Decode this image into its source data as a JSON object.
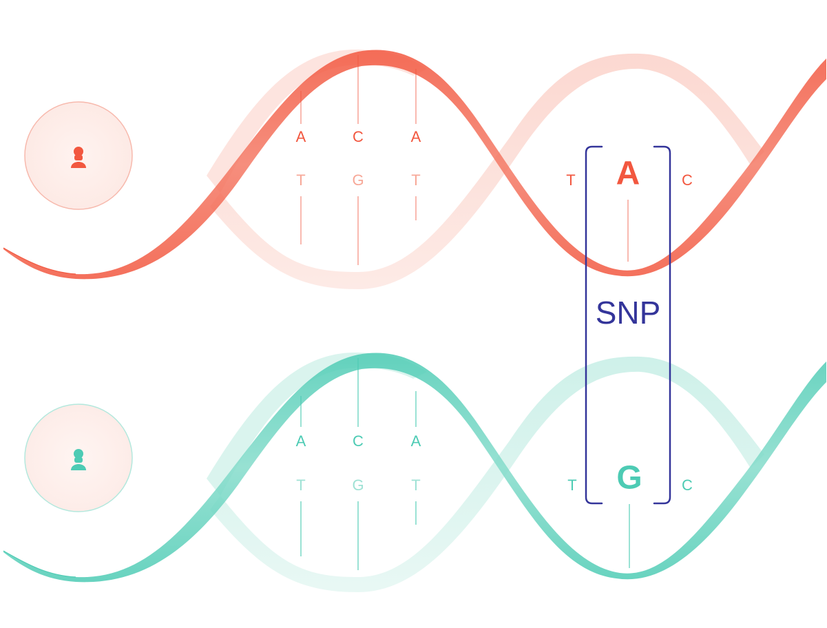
{
  "colors": {
    "person1": "#f2573f",
    "person2": "#4dcbb4",
    "snp_bracket": "#34359a"
  },
  "person1": {
    "avatar_icon": "person-icon",
    "top_bases": [
      "A",
      "C",
      "A"
    ],
    "bottom_bases": [
      "T",
      "G",
      "T"
    ],
    "snp_left": "T",
    "snp_base": "A",
    "snp_right": "C"
  },
  "person2": {
    "avatar_icon": "person-icon",
    "top_bases": [
      "A",
      "C",
      "A"
    ],
    "bottom_bases": [
      "T",
      "G",
      "T"
    ],
    "snp_left": "T",
    "snp_base": "G",
    "snp_right": "C"
  },
  "snp": {
    "label": "SNP"
  }
}
